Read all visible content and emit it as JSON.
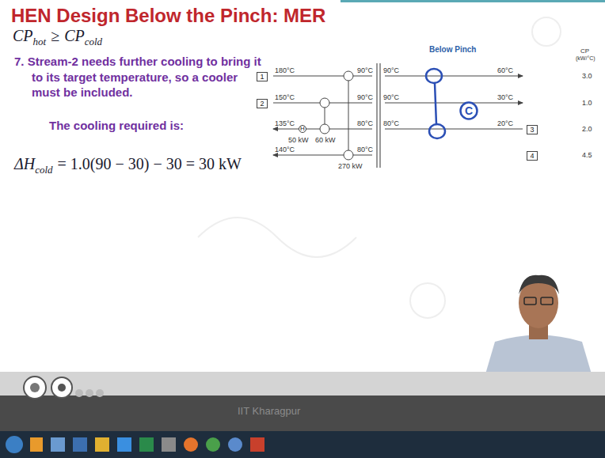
{
  "diagram": {
    "title": "HEN Design Below the Pinch: MER",
    "nodes": [
      {
        "text": [
          "1"
        ]
      },
      {
        "text": [
          "2"
        ]
      },
      {
        "text": [
          "H"
        ]
      },
      {
        "text": [
          "C"
        ]
      },
      {
        "text": [
          "3"
        ]
      },
      {
        "text": [
          "4"
        ]
      }
    ],
    "labels": [
      "Below Pinch",
      "CP",
      "(kW/°C)",
      "180°C",
      "90°C",
      "90°C",
      "60°C",
      "150°C",
      "90°C",
      "90°C",
      "30°C",
      "135°C",
      "80°C",
      "80°C",
      "20°C",
      "140°C",
      "80°C",
      "50 kW",
      "60 kW",
      "270 kW",
      "3.0",
      "1.0",
      "2.0",
      "4.5",
      "CP",
      "hot",
      "≥",
      "CP",
      "cold",
      "7. Stream-2 needs further cooling to bring it to its target temperature, so a cooler must be included.",
      "The cooling required is:",
      "ΔH",
      "cold",
      "= 1.0(90 − 30) − 30 = 30 kW",
      "IIT Kharagpur"
    ]
  }
}
